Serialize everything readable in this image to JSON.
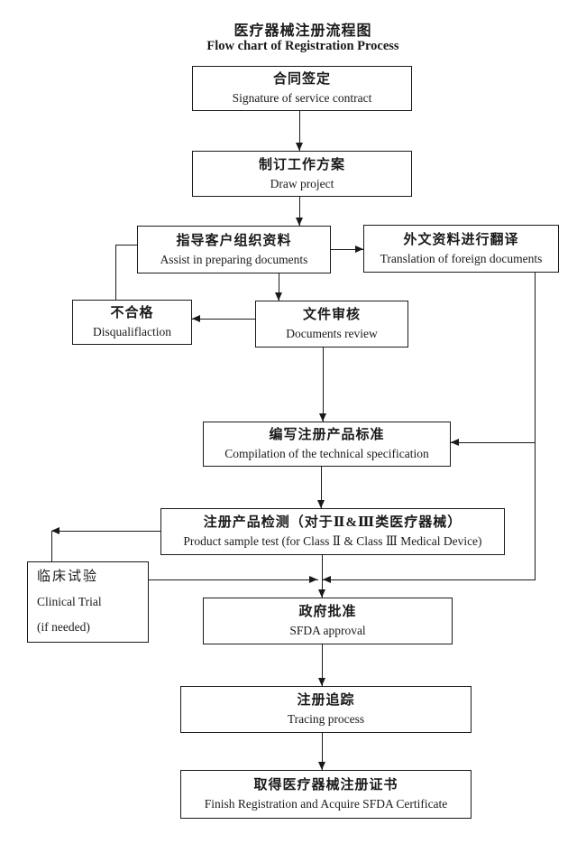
{
  "title": {
    "cn": "医疗器械注册流程图",
    "en": "Flow chart of Registration Process"
  },
  "boxes": {
    "contract": {
      "cn": "合同签定",
      "en": "Signature of service contract"
    },
    "project": {
      "cn": "制订工作方案",
      "en": "Draw project"
    },
    "prepare": {
      "cn": "指导客户组织资料",
      "en": "Assist in preparing documents"
    },
    "translation": {
      "cn": "外文资料进行翻译",
      "en": "Translation of foreign documents"
    },
    "disqualification": {
      "cn": "不合格",
      "en": "Disqualiflaction"
    },
    "review": {
      "cn": "文件审核",
      "en": "Documents review"
    },
    "specification": {
      "cn": "编写注册产品标准",
      "en": "Compilation of the technical specification"
    },
    "sample_test": {
      "cn": "注册产品检测（对于Ⅱ&Ⅲ类医疗器械）",
      "en": "Product sample test (for Class Ⅱ & Class Ⅲ  Medical Device)"
    },
    "clinical": {
      "cn": "临床试验",
      "en": "Clinical Trial",
      "en2": "(if needed)"
    },
    "approval": {
      "cn": "政府批准",
      "en": "SFDA approval"
    },
    "tracing": {
      "cn": "注册追踪",
      "en": "Tracing process"
    },
    "certificate": {
      "cn": "取得医疗器械注册证书",
      "en": "Finish Registration and Acquire SFDA Certificate"
    }
  },
  "colors": {
    "line": "#1a1a1a",
    "background": "#ffffff"
  }
}
